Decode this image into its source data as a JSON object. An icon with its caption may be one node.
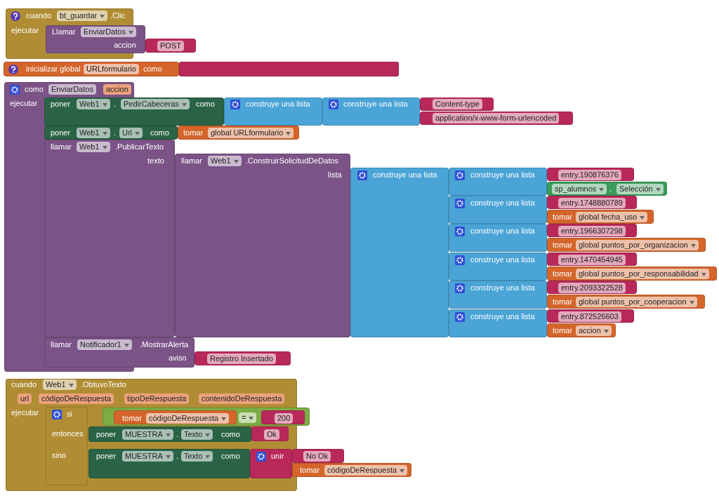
{
  "diagram": {
    "nodes": [
      {
        "text": [
          "cuando",
          "bt_guardar",
          ".Clic",
          "ejecutar"
        ]
      },
      {
        "text": [
          "Llamar",
          "EnviarDatos",
          "accion"
        ]
      },
      {
        "text": [
          "POST"
        ]
      },
      {
        "text": [
          "inicializar global",
          "URLformulario",
          "como"
        ]
      },
      {
        "text": [],
        "shape": "box"
      },
      {
        "text": [
          "como",
          "EnviarDatos",
          "accion",
          "ejecutar"
        ]
      },
      {
        "text": [
          "poner",
          "Web1",
          ".",
          "PedirCabeceras",
          "como"
        ]
      },
      {
        "text": [
          "construye una lista"
        ]
      },
      {
        "text": [
          "construye una lista"
        ]
      },
      {
        "text": [
          "Content-type"
        ]
      },
      {
        "text": [
          "application/x-www-form-urlencoded"
        ]
      },
      {
        "text": [
          "poner",
          "Web1",
          ".",
          "Url",
          "como"
        ]
      },
      {
        "text": [
          "tomar",
          "global URLformulario"
        ]
      },
      {
        "text": [
          "llamar",
          "Web1",
          ".PublicarTexto",
          "texto"
        ]
      },
      {
        "text": [
          "llamar",
          "Web1",
          ".ConstruirSolicitudDeDatos",
          "lista"
        ]
      },
      {
        "text": [
          "construye una lista"
        ]
      },
      {
        "text": [
          "construye una lista"
        ]
      },
      {
        "text": [
          "entry.190876376"
        ]
      },
      {
        "text": [
          "sp_alumnos",
          ".",
          "Selección"
        ]
      },
      {
        "text": [
          "construye una lista"
        ]
      },
      {
        "text": [
          "entry.1748880789"
        ]
      },
      {
        "text": [
          "tomar",
          "global fecha_uso"
        ]
      },
      {
        "text": [
          "construye una lista"
        ]
      },
      {
        "text": [
          "entry.1966307298"
        ]
      },
      {
        "text": [
          "tomar",
          "global puntos_por_organizacion"
        ]
      },
      {
        "text": [
          "construye una lista"
        ]
      },
      {
        "text": [
          "entry.1470454945"
        ]
      },
      {
        "text": [
          "tomar",
          "global puntos_por_responsabilidad"
        ]
      },
      {
        "text": [
          "construye una lista"
        ]
      },
      {
        "text": [
          "entry.2093322528"
        ]
      },
      {
        "text": [
          "tomar",
          "global puntos_por_cooperacion"
        ]
      },
      {
        "text": [
          "construye una lista"
        ]
      },
      {
        "text": [
          "entry.872526603"
        ]
      },
      {
        "text": [
          "tomar",
          "accion"
        ]
      },
      {
        "text": [
          "llamar",
          "Notificador1",
          ".MostrarAlerta",
          "aviso"
        ]
      },
      {
        "text": [
          "Registro Insertado"
        ]
      },
      {
        "text": [
          "cuando",
          "Web1",
          ".ObtuvoTexto",
          "url",
          "códigoDeRespuesta",
          "tipoDeRespuesta",
          "contenidoDeRespuesta",
          "ejecutar"
        ]
      },
      {
        "text": [
          "si",
          "entonces",
          "sino"
        ],
        "in": 36
      },
      {
        "text": [
          "="
        ]
      },
      {
        "text": [
          "tomar",
          "códigoDeRespuesta"
        ],
        "in": 38
      },
      {
        "text": [
          "200"
        ],
        "in": 38
      },
      {
        "text": [
          "poner",
          "MUESTRA",
          ".",
          "Texto",
          "como"
        ],
        "in": 36
      },
      {
        "text": [
          "Ok"
        ],
        "in": 36
      },
      {
        "text": [
          "poner",
          "MUESTRA",
          ".",
          "Texto",
          "como"
        ],
        "in": 36
      },
      {
        "text": [
          "unir"
        ],
        "in": 36
      },
      {
        "text": [
          "No Ok"
        ]
      },
      {
        "text": [
          "tomar",
          "códigoDeRespuesta"
        ]
      }
    ]
  }
}
